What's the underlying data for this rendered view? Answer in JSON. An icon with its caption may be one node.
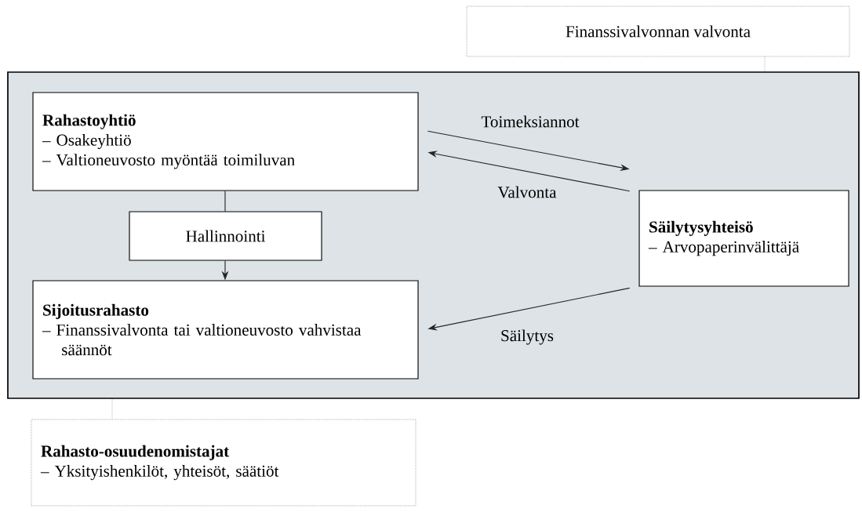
{
  "diagram": {
    "nodes": [
      {
        "text": [
          "Finanssivalvonnan valvonta"
        ]
      },
      {
        "text": [],
        "shape": "box"
      },
      {
        "text": [
          "Rahastoyhtiö",
          "– Osakeyhtiö",
          "– Valtioneuvosto myöntää toimiluvan"
        ],
        "in": 1
      },
      {
        "text": [
          "Hallinnointi"
        ],
        "in": 1
      },
      {
        "text": [
          "Sijoitusrahasto",
          "– Finanssivalvonta tai valtioneuvosto vahvistaa säännöt"
        ],
        "in": 1
      },
      {
        "text": [
          "Säilytysyhteisö",
          "– Arvopaperinvälittäjä"
        ],
        "in": 1
      },
      {
        "text": [
          "Rahasto-osuudenomistajat",
          "– Yksityishenkilöt, yhteisöt, säätiöt"
        ]
      }
    ],
    "edges": [
      {
        "from": 0,
        "to": 1,
        "arrow": "none",
        "style": "dashed"
      },
      {
        "from": 2,
        "to": 3,
        "arrow": "none"
      },
      {
        "from": 3,
        "to": 4,
        "arrow": "to"
      },
      {
        "from": 2,
        "to": 5,
        "arrow": "to",
        "label": "Toimeksiannot"
      },
      {
        "from": 5,
        "to": 2,
        "arrow": "to",
        "label": "Valvonta"
      },
      {
        "from": 5,
        "to": 4,
        "arrow": "to",
        "label": "Säilytys"
      },
      {
        "from": 1,
        "to": 6,
        "arrow": "none",
        "style": "dashed"
      }
    ]
  }
}
